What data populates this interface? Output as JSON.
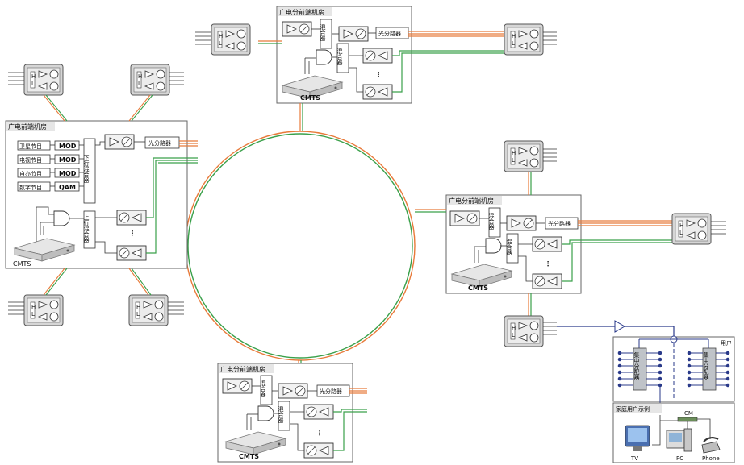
{
  "hub_title": "广电前端机房",
  "sub_title": "广电分前端机房",
  "cmts": "CMTS",
  "splitter": "光分路器",
  "mixer": "混合器",
  "down_mixer": "下行混合器",
  "up_mixer": "上行混合器",
  "programs": [
    {
      "name": "卫星节目",
      "mod": "MOD"
    },
    {
      "name": "电视节目",
      "mod": "MOD"
    },
    {
      "name": "自办节目",
      "mod": "MOD"
    },
    {
      "name": "数字节目",
      "mod": "QAM"
    }
  ],
  "node_hl": "H L",
  "users_label": "用户",
  "central_amp": "集中分配器",
  "home_title": "家庭用户示例",
  "home_devices": {
    "cm": "CM",
    "tv": "TV",
    "pc": "PC",
    "phone": "Phone"
  }
}
